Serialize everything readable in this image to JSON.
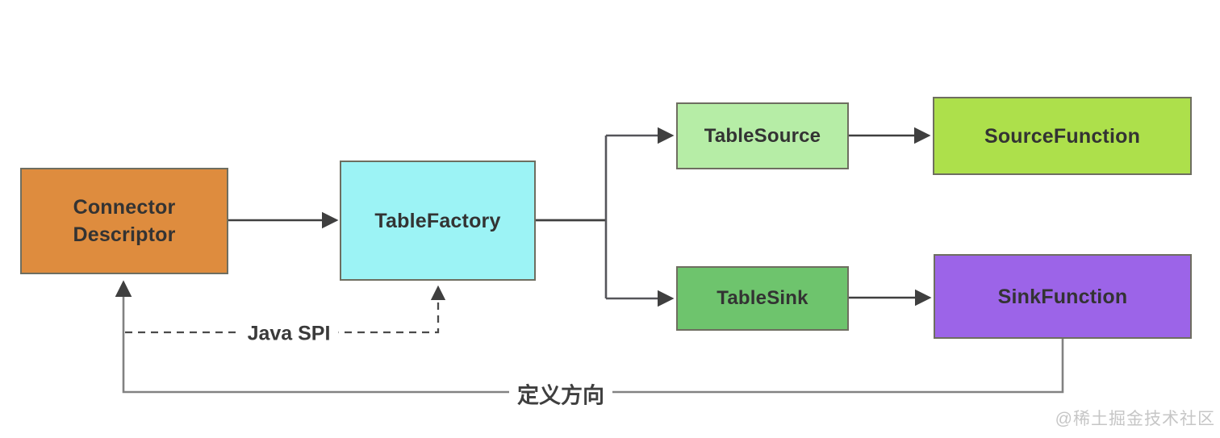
{
  "diagram": {
    "title_hint": "Flink connector definition flow diagram",
    "nodes": {
      "connector_descriptor": {
        "line1": "Connector",
        "line2": "Descriptor",
        "color": "#DE8C3E"
      },
      "table_factory": {
        "label": "TableFactory",
        "color": "#9CF3F5"
      },
      "table_source": {
        "label": "TableSource",
        "color": "#B6EDA6"
      },
      "source_function": {
        "label": "SourceFunction",
        "color": "#ADE04B"
      },
      "table_sink": {
        "label": "TableSink",
        "color": "#6EC46D"
      },
      "sink_function": {
        "label": "SinkFunction",
        "color": "#9C64E8"
      }
    },
    "edge_labels": {
      "java_spi": "Java SPI",
      "definition_direction": "定义方向"
    },
    "colors": {
      "edge": "#3f3f3f",
      "dashed_edge": "#4a4a4a",
      "return_edge": "#828282",
      "node_border": "#6e6e60",
      "node_text": "#333333",
      "watermark_text": "#c6c6c6"
    },
    "watermark": "@稀土掘金技术社区"
  }
}
